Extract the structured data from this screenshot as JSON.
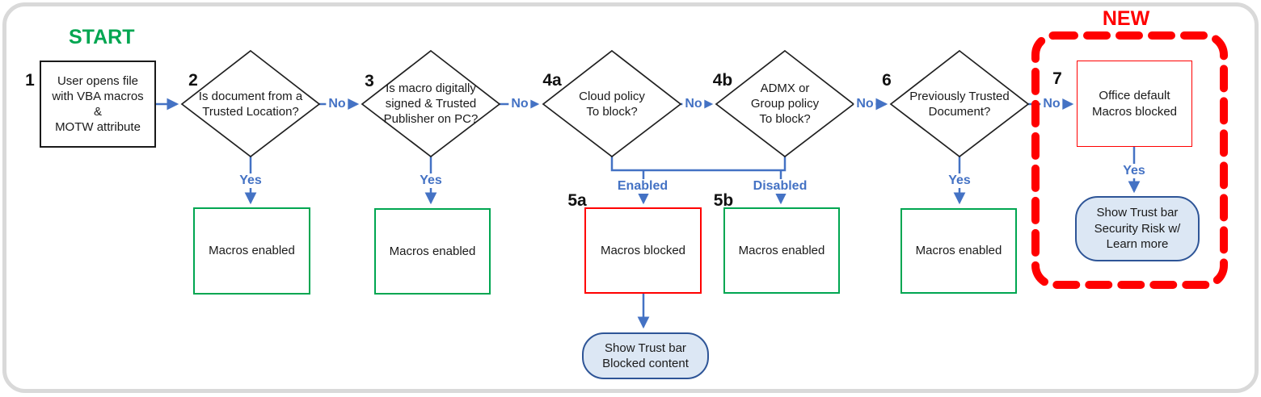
{
  "titles": {
    "start": "START",
    "new": "NEW"
  },
  "steps": {
    "s1": {
      "num": "1",
      "text": "User opens file\nwith VBA macros\n&\nMOTW attribute"
    },
    "s2": {
      "num": "2",
      "text": "Is document from a\nTrusted Location?"
    },
    "s3": {
      "num": "3",
      "text": "Is macro digitally\nsigned & Trusted\nPublisher on PC?"
    },
    "s4a": {
      "num": "4a",
      "text": "Cloud policy\nTo block?"
    },
    "s4b": {
      "num": "4b",
      "text": "ADMX or\nGroup policy\nTo block?"
    },
    "s5a": {
      "num": "5a",
      "text": "Macros blocked"
    },
    "s5b": {
      "num": "5b",
      "text": "Macros enabled"
    },
    "s6": {
      "num": "6",
      "text": "Previously Trusted\nDocument?"
    },
    "s7": {
      "num": "7",
      "text": "Office default\nMacros blocked"
    }
  },
  "outcomes": {
    "macros_enabled_2": "Macros enabled",
    "macros_enabled_3": "Macros enabled",
    "macros_enabled_6": "Macros enabled"
  },
  "callouts": {
    "blocked_content": "Show Trust bar\nBlocked content",
    "security_risk": "Show Trust bar\nSecurity Risk w/\nLearn more"
  },
  "edge_labels": {
    "yes_2": "Yes",
    "yes_3": "Yes",
    "yes_6": "Yes",
    "yes_7": "Yes",
    "no_2": "No",
    "no_3": "No",
    "no_4a": "No",
    "no_4b": "No",
    "no_6": "No",
    "enabled": "Enabled",
    "disabled": "Disabled"
  },
  "colors": {
    "connector_blue": "#4472C4",
    "enabled_green": "#00A651",
    "alert_red": "#FF0000",
    "callout_fill": "#DCE7F4",
    "callout_border": "#2E5597",
    "frame_gray": "#D9D9D9",
    "text_black": "#1A1A1A"
  }
}
